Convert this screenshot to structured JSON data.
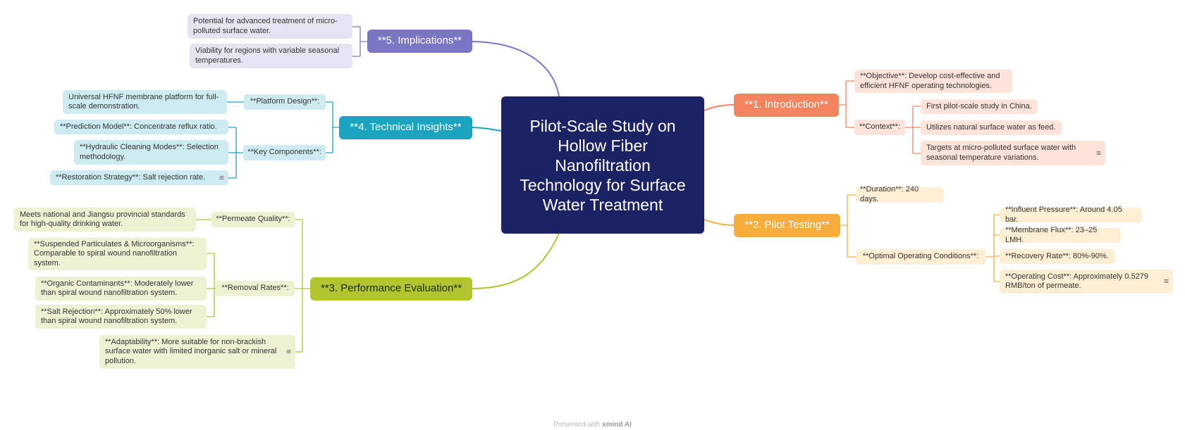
{
  "root": {
    "title": "Pilot-Scale Study on Hollow Fiber Nanofiltration Technology for Surface Water Treatment"
  },
  "branches": {
    "introduction": {
      "label": "**1. Introduction**",
      "objective": "**Objective**: Develop cost-effective and efficient HFNF operating technologies.",
      "context": "**Context**:",
      "context_items": [
        "First pilot-scale study in China.",
        "Utilizes natural surface water as feed.",
        "Targets at micro-polluted surface water with seasonal temperature variations."
      ]
    },
    "pilot_testing": {
      "label": "**2. Pilot Testing**",
      "duration": "**Duration**: 240 days.",
      "optimal": "**Optimal Operating Conditions**:",
      "optimal_items": [
        "**Influent Pressure**: Around 4.05 bar.",
        "**Membrane Flux**: 23–25 LMH.",
        "**Recovery Rate**: 80%-90%.",
        "**Operating Cost**: Approximately 0.5279 RMB/ton of permeate."
      ]
    },
    "performance": {
      "label": "**3. Performance Evaluation**",
      "permeate": "**Permeate Quality**:",
      "permeate_item": "Meets national and Jiangsu provincial standards for high-quality drinking water.",
      "removal": "**Removal Rates**:",
      "removal_items": [
        "**Suspended Particulates & Microorganisms**: Comparable to spiral wound nanofiltration system.",
        "**Organic Contaminants**: Moderately lower than spiral wound nanofiltration system.",
        "**Salt Rejection**: Approximately 50% lower than spiral wound nanofiltration system."
      ],
      "adaptability": "**Adaptability**: More suitable for non-brackish surface water with limited inorganic salt or mineral pollution."
    },
    "technical": {
      "label": "**4. Technical Insights**",
      "platform": "**Platform Design**:",
      "platform_item": "Universal HFNF membrane platform for full-scale demonstration.",
      "key": "**Key Components**:",
      "key_items": [
        "**Prediction Model**: Concentrate reflux ratio.",
        "**Hydraulic Cleaning Modes**: Selection methodology.",
        "**Restoration Strategy**: Salt rejection rate."
      ]
    },
    "implications": {
      "label": "**5. Implications**",
      "items": [
        "Potential for advanced treatment of micro-polluted surface water.",
        "Viability for regions with variable seasonal temperatures."
      ]
    }
  },
  "footer": {
    "prefix": "Presented with",
    "brand": "xmind AI"
  },
  "colors": {
    "root": "#1c2364",
    "introduction": "#f4845f",
    "pilot_testing": "#f6ad3c",
    "performance": "#b3c431",
    "technical": "#1ba4bf",
    "implications": "#7b75c6"
  }
}
